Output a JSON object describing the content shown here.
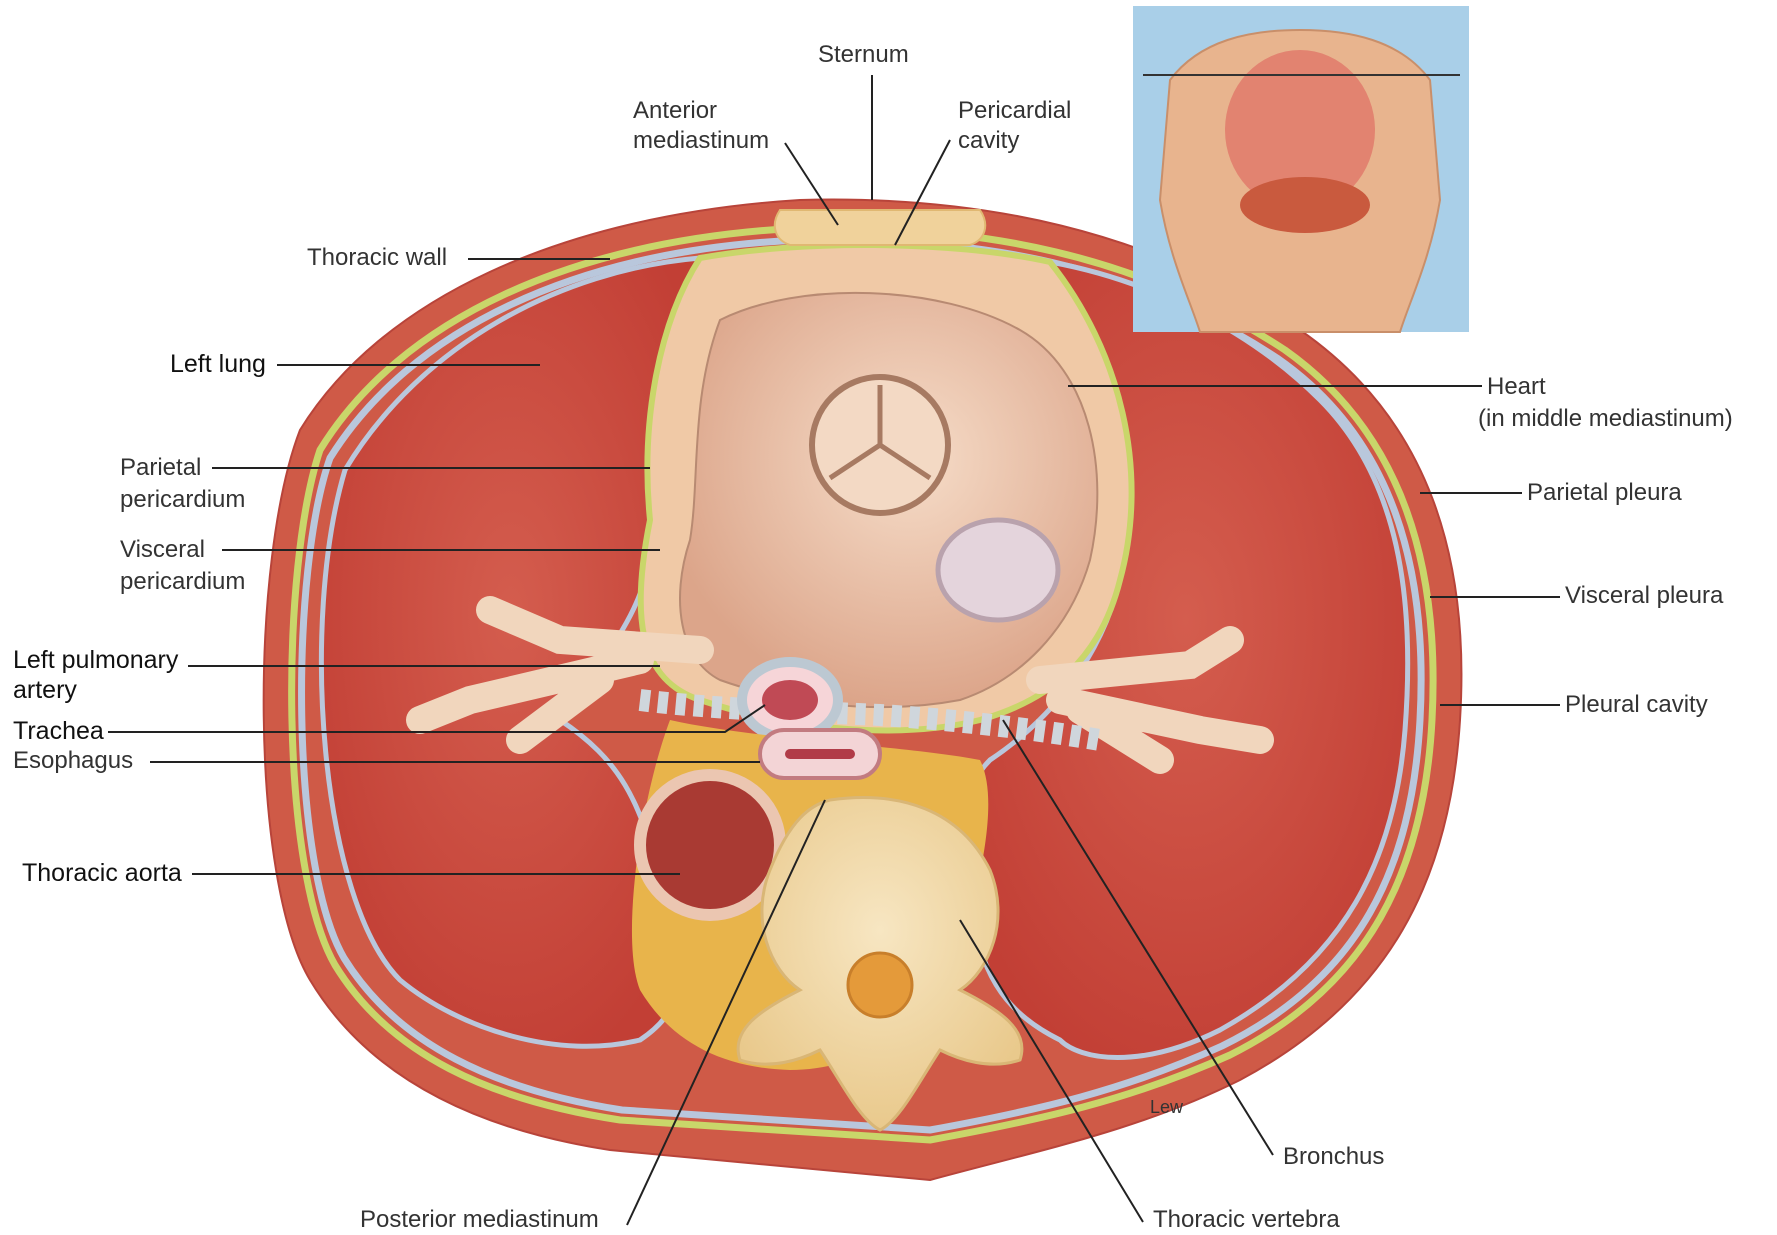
{
  "labels": {
    "sternum": "Sternum",
    "anterior_mediastinum_1": "Anterior",
    "anterior_mediastinum_2": "mediastinum",
    "pericardial_cavity_1": "Pericardial",
    "pericardial_cavity_2": "cavity",
    "thoracic_wall": "Thoracic wall",
    "left_lung": "Left lung",
    "heart_1": "Heart",
    "heart_2": "(in middle mediastinum)",
    "parietal_pericardium_1": "Parietal",
    "parietal_pericardium_2": "pericardium",
    "parietal_pleura": "Parietal pleura",
    "visceral_pericardium_1": "Visceral",
    "visceral_pericardium_2": "pericardium",
    "visceral_pleura": "Visceral pleura",
    "left_pulmonary_artery_1": "Left pulmonary",
    "left_pulmonary_artery_2": "artery",
    "pleural_cavity": "Pleural cavity",
    "trachea": "Trachea",
    "esophagus": "Esophagus",
    "thoracic_aorta": "Thoracic aorta",
    "signature": "Lew",
    "bronchus": "Bronchus",
    "posterior_mediastinum": "Posterior mediastinum",
    "thoracic_vertebra": "Thoracic vertebra"
  },
  "colors": {
    "lung": "#c9473c",
    "lung_light": "#d9685a",
    "pleura_blue": "#b9c7dc",
    "pleura_green": "#c9d66a",
    "heart": "#eac2a8",
    "fat": "#e9b545",
    "bone": "#f2dcae",
    "inset_bg": "#a9cfe8",
    "skin": "#e8b48e"
  }
}
